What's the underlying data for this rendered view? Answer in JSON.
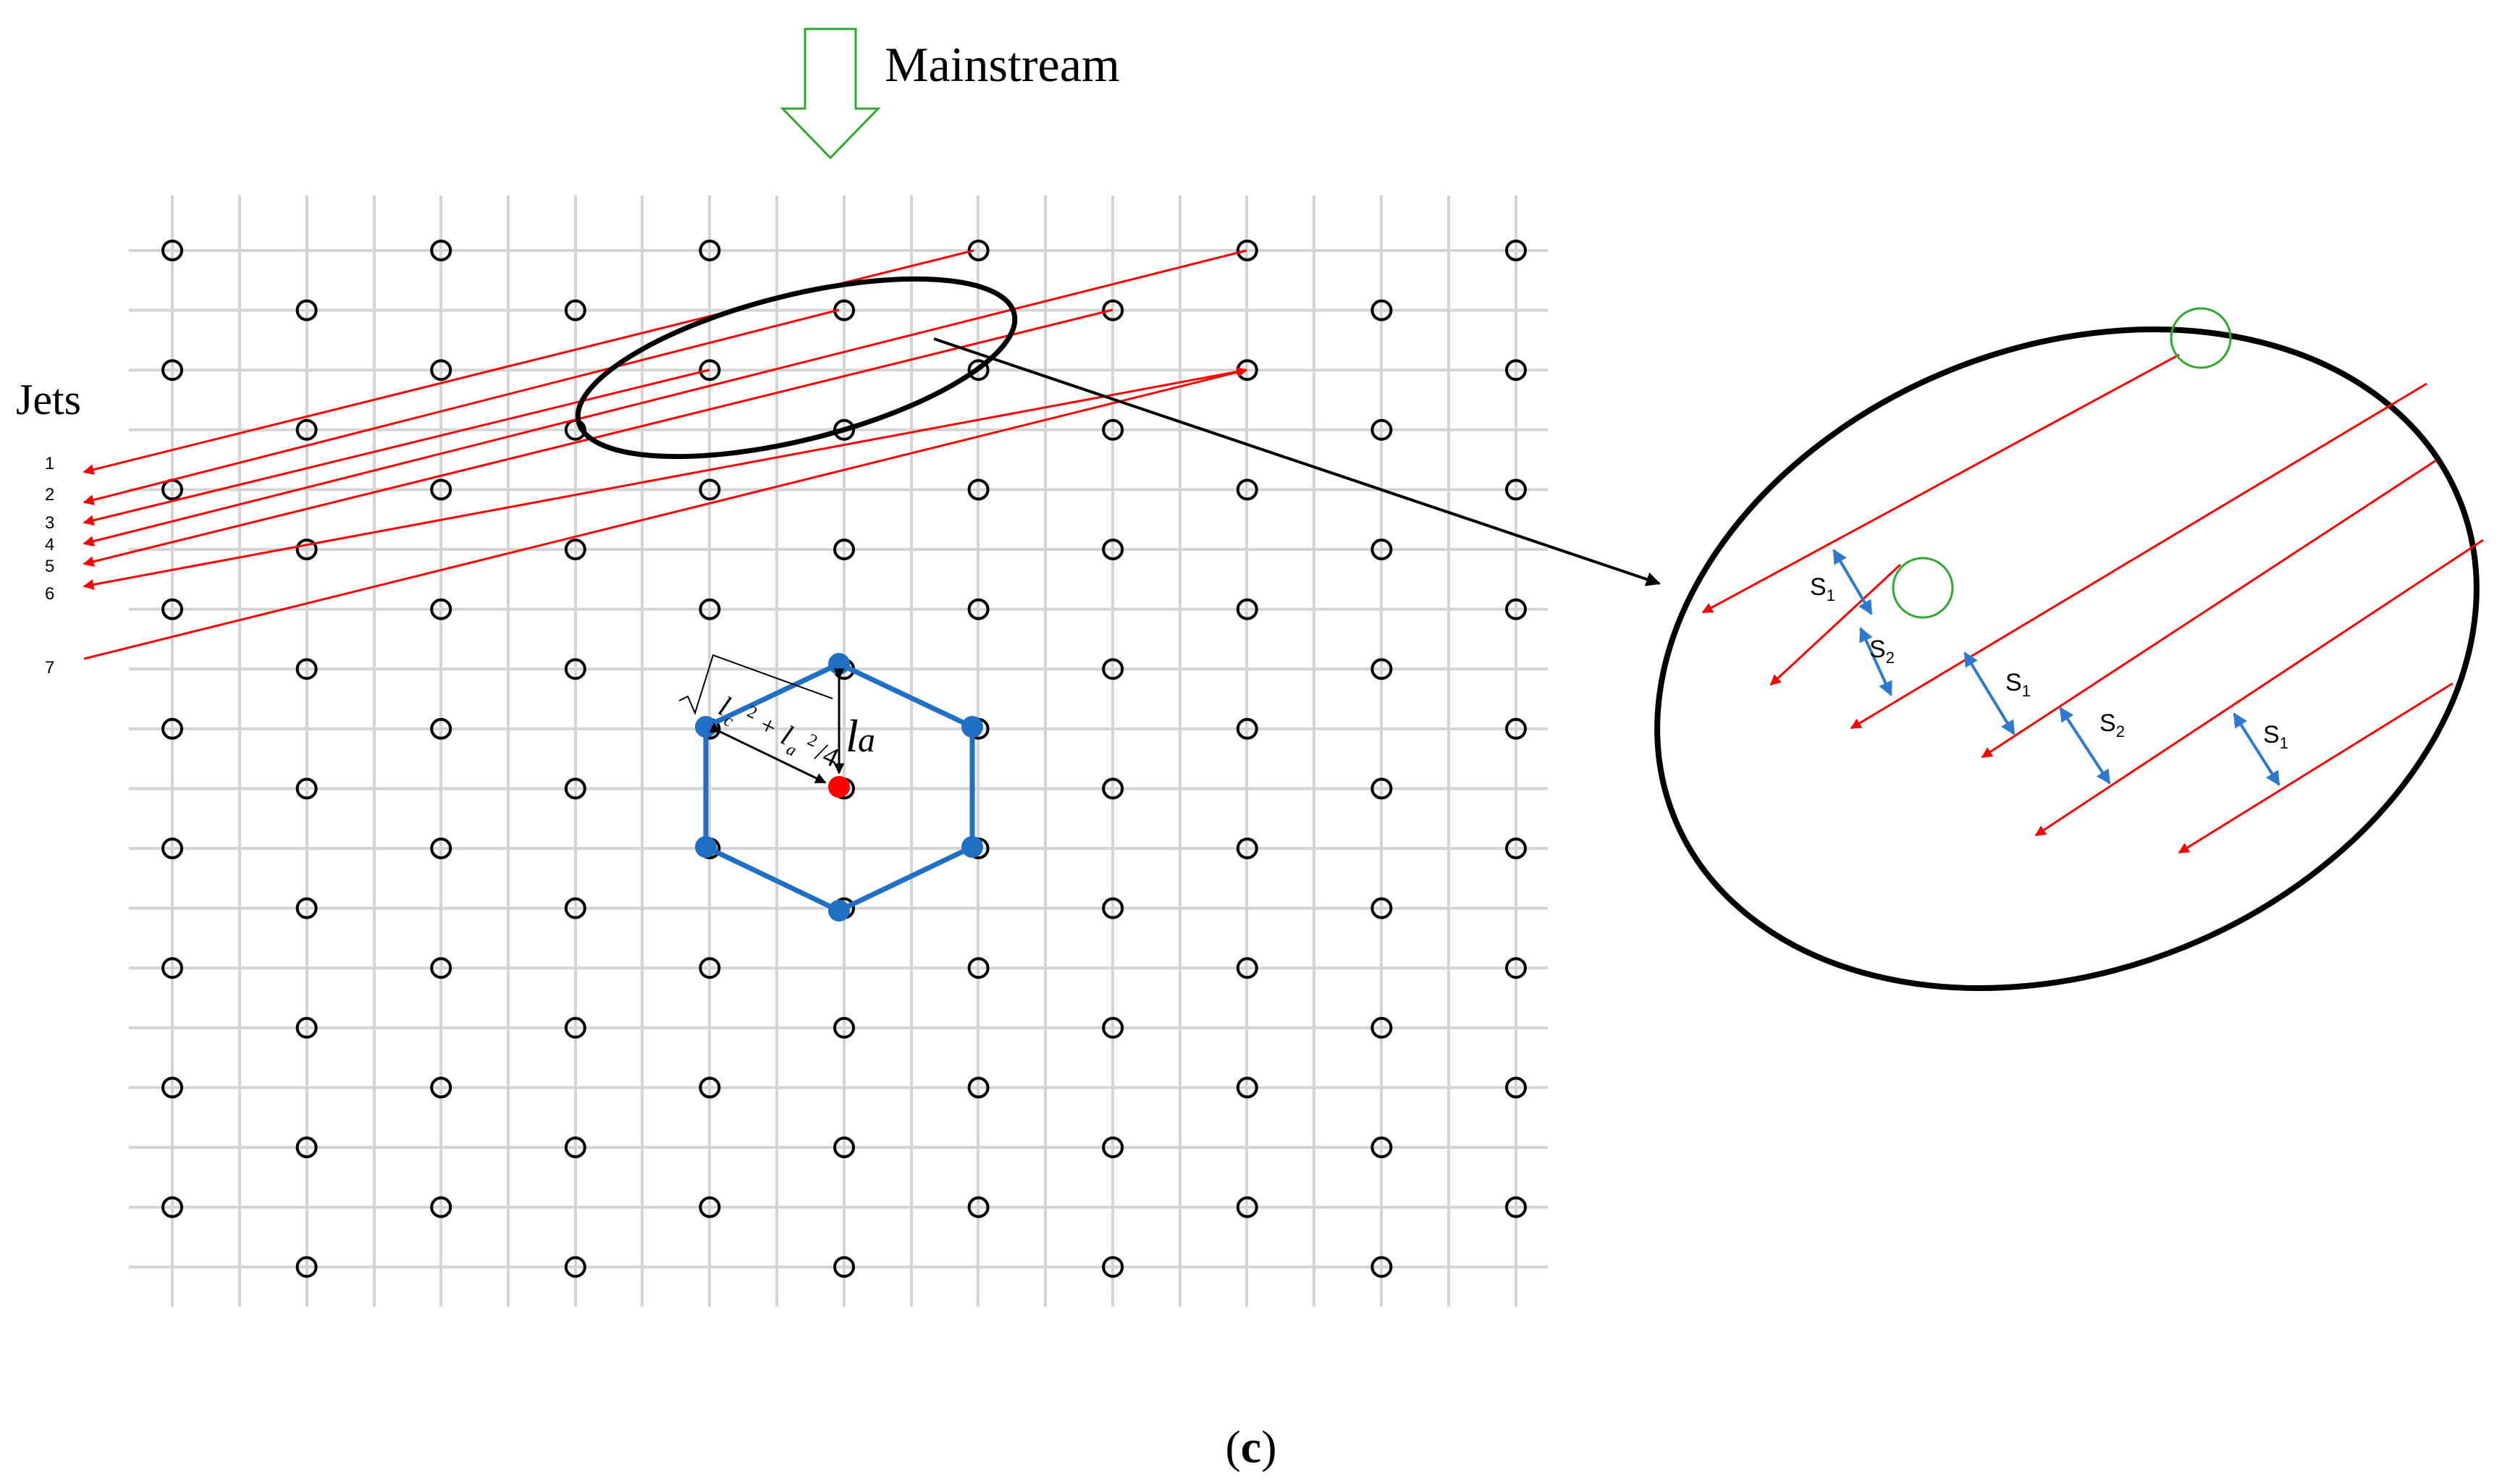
{
  "title": "Mainstream",
  "jets_label": "Jets",
  "jet_numbers": [
    "1",
    "2",
    "3",
    "4",
    "5",
    "6",
    "7"
  ],
  "hex_formula": "√(l_c² + l_a²/4)",
  "hex_formula_parts": {
    "radical": "√",
    "lc": "l",
    "lc_sub": "c",
    "sq1": "2",
    "plus": "+",
    "la": "l",
    "la_sub": "a",
    "sq2": "2",
    "div": "/4"
  },
  "hex_label_parts": {
    "l": "l",
    "sub": "a"
  },
  "spacing_labels": [
    {
      "s": "S",
      "sub": "1"
    },
    {
      "s": "S",
      "sub": "2"
    },
    {
      "s": "S",
      "sub": "1"
    },
    {
      "s": "S",
      "sub": "2"
    },
    {
      "s": "S",
      "sub": "1"
    }
  ],
  "panel_label": "(c)",
  "panel_label_parts": {
    "open": "(",
    "letter": "c",
    "close": ")"
  },
  "colors": {
    "grid": "#d4d4d4",
    "hole": "#000000",
    "jet": "#ff0000",
    "hexagon": "#1f6fc4",
    "center_hole": "#ff0000",
    "mainstream_arrow": "#2ea82e",
    "zoom_hole": "#2ea82e",
    "spacing_arrow": "#2f78cf"
  }
}
